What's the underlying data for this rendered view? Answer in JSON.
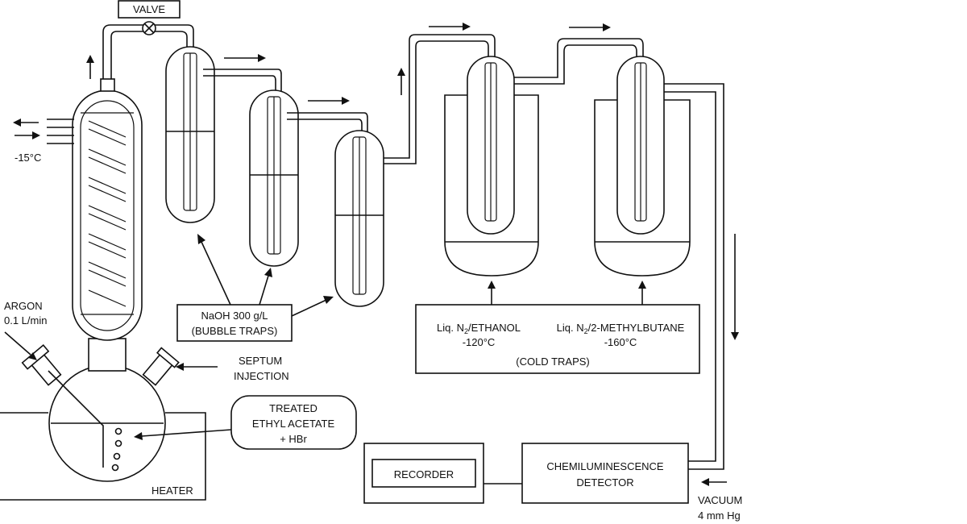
{
  "labels": {
    "valve": "VALVE",
    "cooling_temp": "-15°C",
    "argon": "ARGON",
    "argon_flow": "0.1 L/min",
    "naoh": "NaOH 300 g/L",
    "bubble_traps": "(BUBBLE TRAPS)",
    "septum": "SEPTUM",
    "injection": "INJECTION",
    "sample_line1": "TREATED",
    "sample_line2": "ETHYL ACETATE",
    "sample_line3": "+ HBr",
    "heater": "HEATER",
    "trap1_pre": "Liq. N",
    "trap1_sub": "2",
    "trap1_post": "/ETHANOL",
    "trap1_temp": "-120°C",
    "trap2_pre": "Liq. N",
    "trap2_sub": "2",
    "trap2_post": "/2-METHYLBUTANE",
    "trap2_temp": "-160°C",
    "cold_traps": "(COLD TRAPS)",
    "recorder": "RECORDER",
    "detector_line1": "CHEMILUMINESCENCE",
    "detector_line2": "DETECTOR",
    "vacuum": "VACUUM",
    "vacuum_pressure": "4 mm Hg"
  },
  "colors": {
    "line": "#111111",
    "background": "#ffffff"
  }
}
